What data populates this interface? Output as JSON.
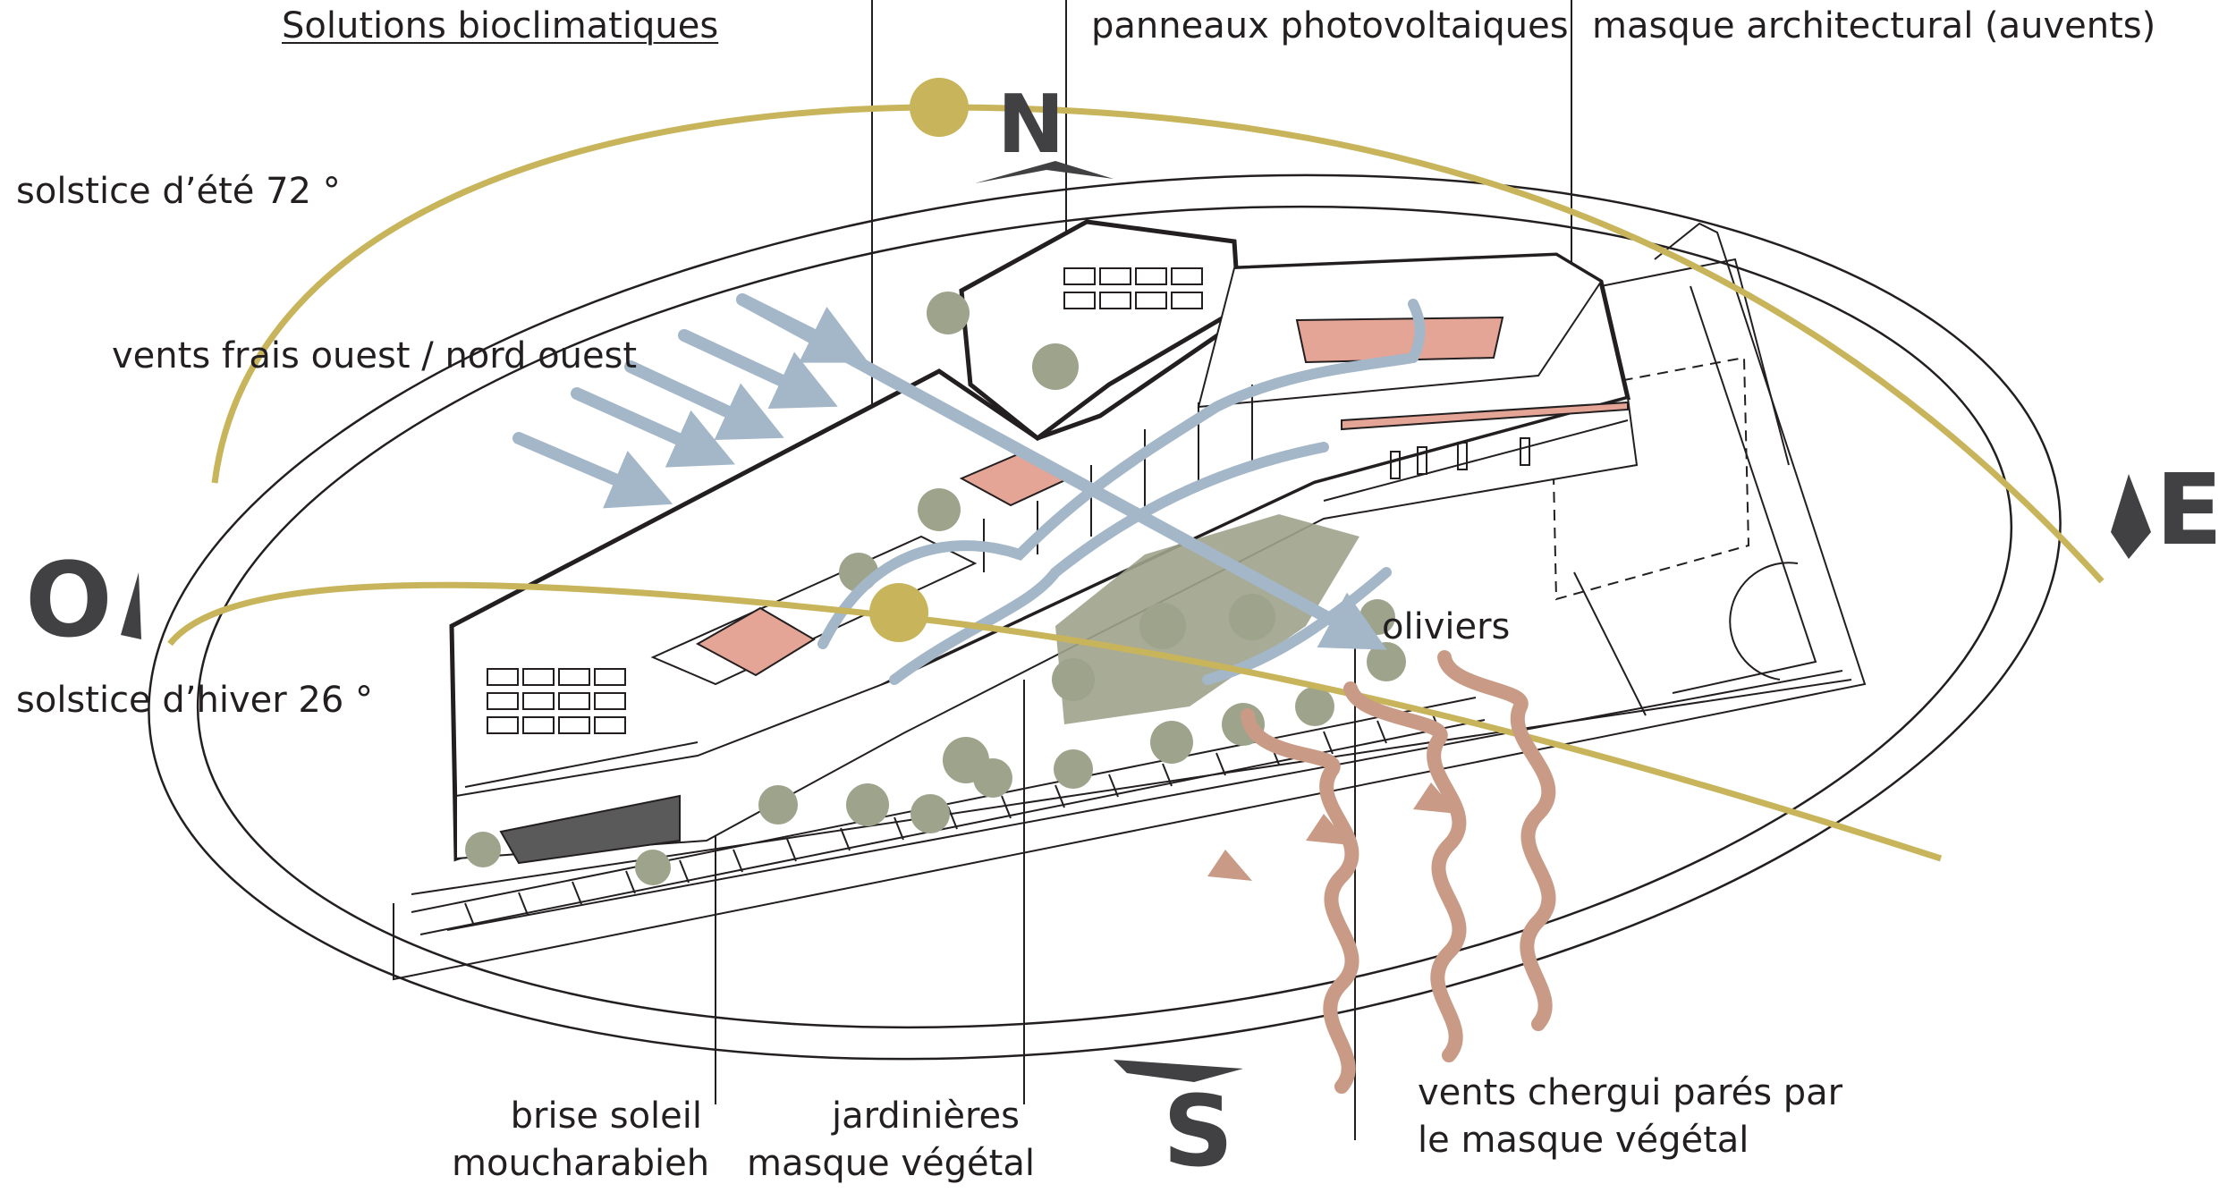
{
  "diagram": {
    "title": "Solutions bioclimatiques",
    "labels": {
      "summer_solstice": "solstice d’été 72 °",
      "winter_solstice": "solstice d’hiver 26 °",
      "cool_winds": "vents frais ouest / nord ouest",
      "solar_panels": "panneaux photovoltaiques",
      "architectural_mask": "masque architectural (auvents)",
      "olive_trees": "oliviers",
      "brise_soleil_line1": "brise soleil",
      "brise_soleil_line2": "moucharabieh",
      "planters_line1": "jardinières",
      "planters_line2": "masque végétal",
      "chergui_line1": "vents chergui parés par",
      "chergui_line2": "le masque végétal"
    },
    "cardinals": {
      "north": "N",
      "south": "S",
      "east": "E",
      "west": "O"
    },
    "colors": {
      "sun_path": "#c8b45a",
      "cool_wind": "#a3b7c9",
      "hot_wind": "#c99b87",
      "vegetation": "#9ea38c",
      "roof_patio": "#e4a596",
      "ink": "#231f20"
    }
  }
}
